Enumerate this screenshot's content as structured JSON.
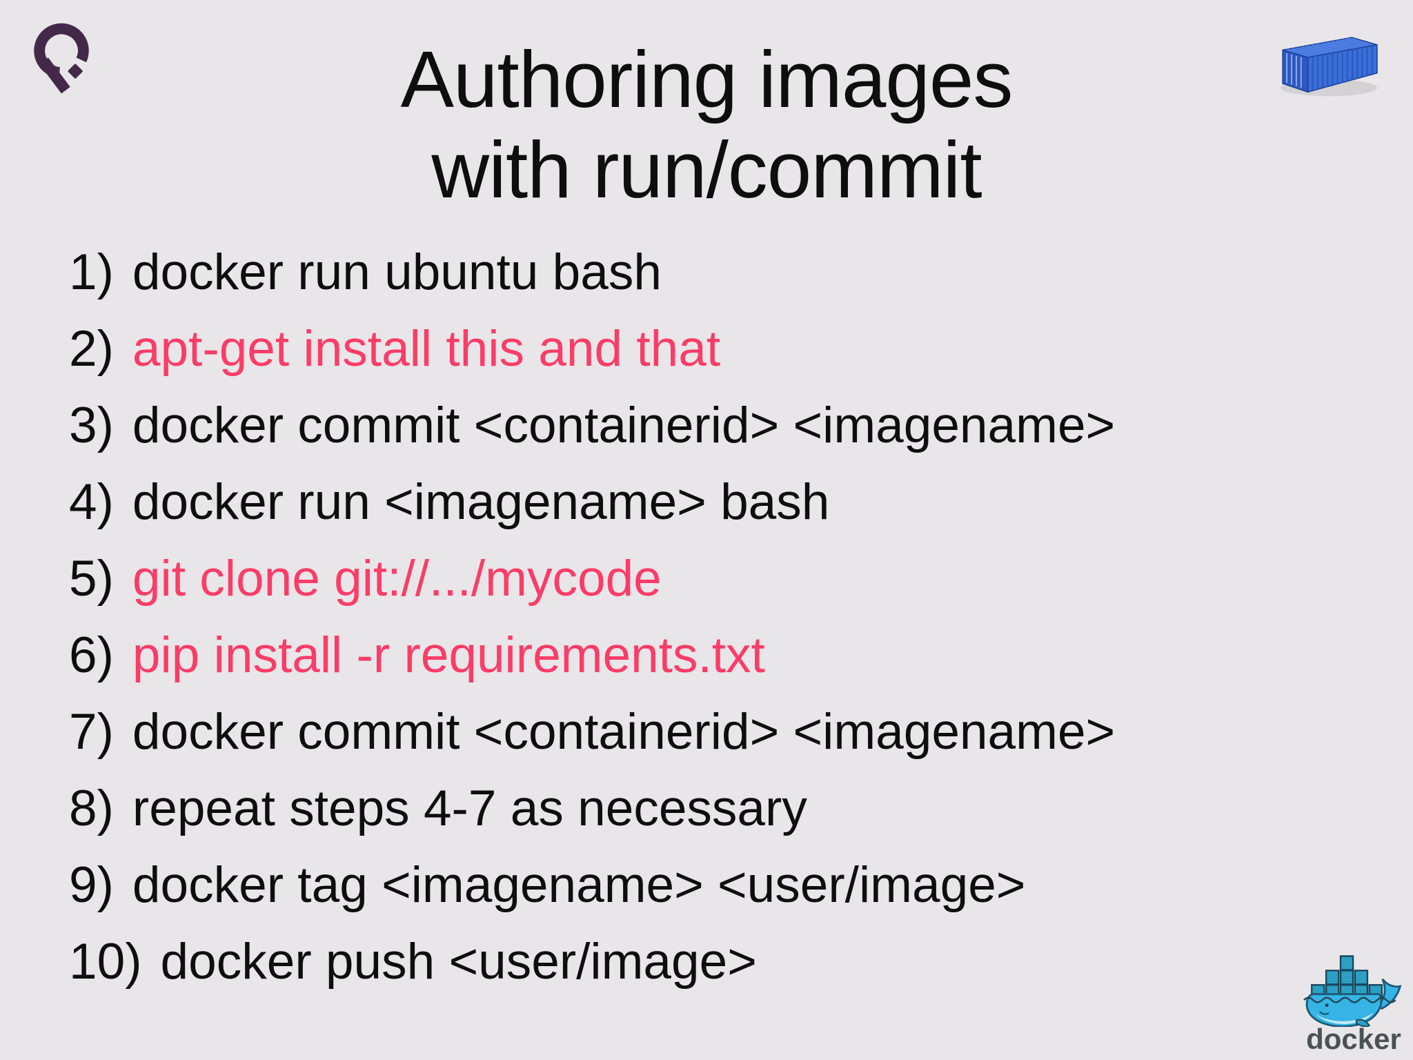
{
  "slide": {
    "background": "#e8e6e8",
    "title": {
      "line1": "Authoring images",
      "line2": "with run/commit"
    }
  },
  "colors": {
    "text": "#0e0e0e",
    "highlight": "#fb3c68",
    "q_logo_purple": "#44284a",
    "container_blue": "#3a6fd9",
    "whale_blue": "#35b4e5",
    "wordmark_gray": "#4a5254"
  },
  "list": {
    "items": [
      {
        "number": "1)",
        "text": "docker run ubuntu bash",
        "highlight": false
      },
      {
        "number": "2)",
        "text": "apt-get install this and that",
        "highlight": true
      },
      {
        "number": "3)",
        "text": "docker commit <containerid> <imagename>",
        "highlight": false
      },
      {
        "number": "4)",
        "text": "docker run <imagename> bash",
        "highlight": false
      },
      {
        "number": "5)",
        "text": "git clone git://.../mycode",
        "highlight": true
      },
      {
        "number": "6)",
        "text": "pip install -r requirements.txt",
        "highlight": true
      },
      {
        "number": "7)",
        "text": "docker commit <containerid> <imagename>",
        "highlight": false
      },
      {
        "number": "8)",
        "text": "repeat steps 4-7 as necessary",
        "highlight": false
      },
      {
        "number": "9)",
        "text": "docker tag <imagename> <user/image>",
        "highlight": false
      },
      {
        "number": "10)",
        "text": "docker push <user/image>",
        "highlight": false
      }
    ]
  },
  "logos": {
    "q_icon": "q-ring-logo",
    "container_icon": "blue-shipping-container",
    "docker_icon": "docker-whale",
    "docker_wordmark": "docker"
  }
}
